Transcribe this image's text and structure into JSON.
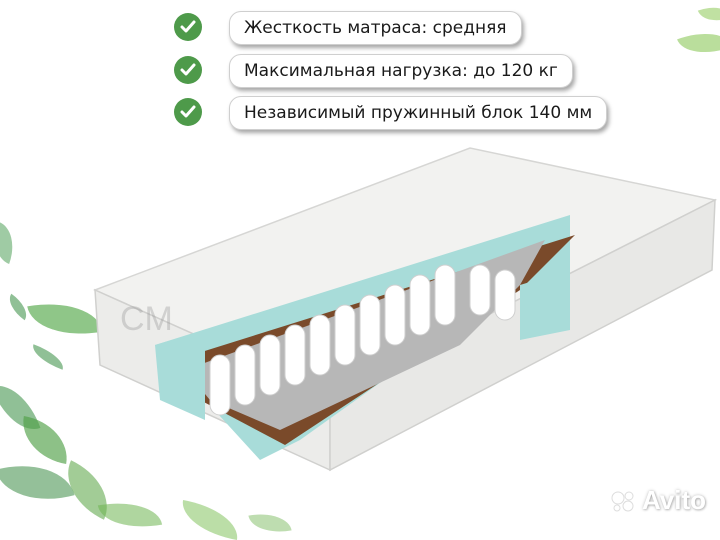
{
  "features": [
    {
      "icon": "check-circle-icon",
      "label": "Жесткость матраса: средняя"
    },
    {
      "icon": "check-circle-icon",
      "label": "Максимальная нагрузка: до 120 кг"
    },
    {
      "icon": "check-circle-icon",
      "label": "Независимый пружинный блок 140 мм"
    }
  ],
  "watermark": "CM",
  "brand": {
    "name": "Avito"
  },
  "colors": {
    "check": "#4e9a4a",
    "foam": "#a8dcd9",
    "coir": "#7a4a2a",
    "cover": "#f2f2f0",
    "leaf": "#5fae55"
  }
}
